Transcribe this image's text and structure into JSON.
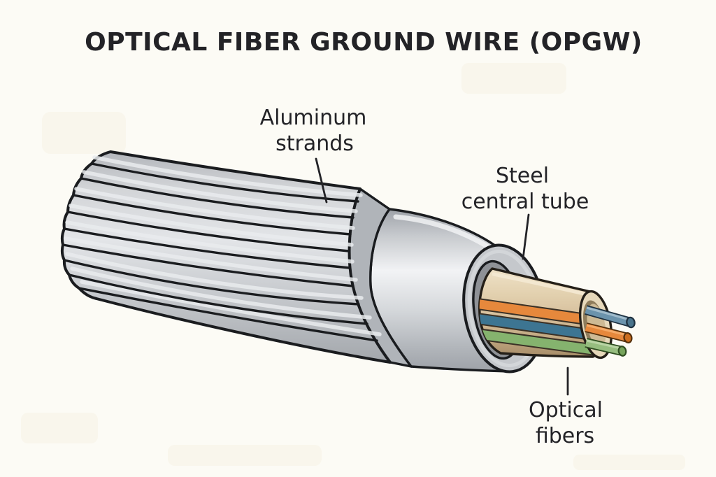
{
  "title": "OPTICAL FIBER GROUND WIRE (OPGW)",
  "labels": {
    "aluminum_strands": {
      "line1": "Aluminum",
      "line2": "strands"
    },
    "steel_central_tube": {
      "line1": "Steel",
      "line2": "central tube"
    },
    "optical_fibers": {
      "line1": "Optical",
      "line2": "fibers"
    }
  },
  "diagram": {
    "type": "cutaway-illustration",
    "subject": "OPGW cable cross-section",
    "parts": [
      "Aluminum strands",
      "Steel central tube",
      "Optical fibers"
    ]
  },
  "colors": {
    "background": "#FCFBF5",
    "text": "#232327",
    "outline": "#1A1C1F",
    "strand-base": "#C7CACE",
    "strand-light": "#E9EBED",
    "strand-dark": "#A6AAAF",
    "crescent-face": "#B0B4B9",
    "collar-light": "#F2F3F5",
    "collar-mid": "#C6C9CD",
    "collar-dark": "#9EA2A8",
    "ring-face": "#C5C8CC",
    "ring-highlight": "#DADDE0",
    "opening-shadow": "#8E9196",
    "tube-light": "#EFE2C8",
    "tube-mid": "#D6BF9C",
    "tube-dark": "#A78C68",
    "tube-outline": "#241F18",
    "cap-face": "#E6D8BA",
    "hole-light": "#CDBA95",
    "hole-shadow": "#8F7D5C",
    "stripe-edge": "#3A3126",
    "fiber-blue": "#6B93AC",
    "fiber-blue-dark": "#1F3140",
    "fiber-blue-cap": "#4A748C",
    "fiber-blue-hi": "#A6C0CE",
    "fiber-orange": "#E6883C",
    "fiber-orange-dark": "#53300D",
    "fiber-orange-cap": "#CD6E1F",
    "fiber-orange-hi": "#F5AE6D",
    "fiber-green": "#96BD7F",
    "fiber-green-dark": "#2F4D21",
    "fiber-green-cap": "#76A45B",
    "fiber-green-hi": "#BCD6A9"
  }
}
